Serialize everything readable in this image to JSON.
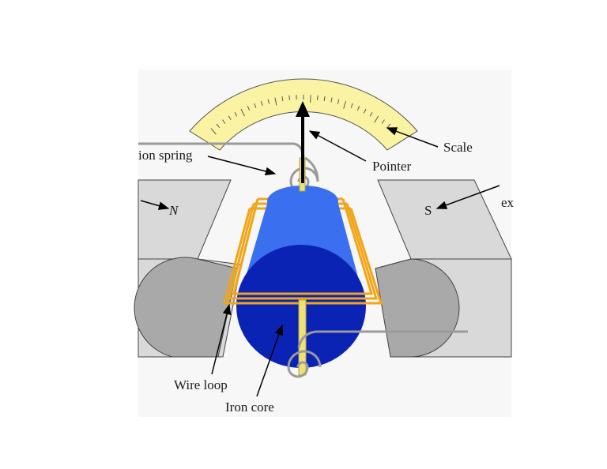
{
  "labels": {
    "torsion_spring": "ion spring",
    "pointer": "Pointer",
    "scale": "Scale",
    "north_pole": "N",
    "south_pole": "S",
    "right_cut": "ex",
    "wire_loop": "Wire loop",
    "iron_core": "Iron core"
  },
  "colors": {
    "magnet_face": "#d9d9d9",
    "magnet_dark": "#a9a9a9",
    "scale_fill": "#faf3a4",
    "core_light": "#3a6ff0",
    "core_dark": "#0b23b5",
    "wire": "#f2a516",
    "spring": "#9a9a9a",
    "pointer": "#000000",
    "shaft": "#efe07a"
  }
}
